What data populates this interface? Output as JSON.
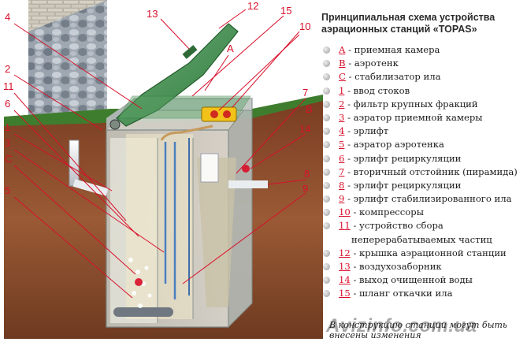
{
  "title": "Принципиальная схема устройства аэрационных станций «TOPAS»",
  "legend": [
    {
      "key": "A",
      "text": "- приемная камера"
    },
    {
      "key": "B",
      "text": "- аэротенк"
    },
    {
      "key": "C",
      "text": "- стабилизатор ила"
    },
    {
      "key": "1",
      "text": "- ввод стоков"
    },
    {
      "key": "2",
      "text": "- фильтр крупных фракций"
    },
    {
      "key": "3",
      "text": "- аэратор приемной камеры"
    },
    {
      "key": "4",
      "text": "- эрлифт"
    },
    {
      "key": "5",
      "text": "- аэратор аэротенка"
    },
    {
      "key": "6",
      "text": "- эрлифт рециркуляции"
    },
    {
      "key": "7",
      "text": "- вторичный отстойник (пирамида)"
    },
    {
      "key": "8",
      "text": "- эрлифт рециркуляции"
    },
    {
      "key": "9",
      "text": "- эрлифт стабилизированного ила"
    },
    {
      "key": "10",
      "text": "- компрессоры"
    },
    {
      "key": "11",
      "text": "- устройство сбора",
      "cont": "неперерабатываемых частиц"
    },
    {
      "key": "12",
      "text": "- крышка аэрационной станции"
    },
    {
      "key": "13",
      "text": "- воздухозаборник"
    },
    {
      "key": "14",
      "text": "- выход очищенной воды"
    },
    {
      "key": "15",
      "text": "- шланг откачки ила"
    }
  ],
  "callouts": {
    "c13": "13",
    "c12": "12",
    "c15": "15",
    "c4": "4",
    "cA": "A",
    "c10": "10",
    "c2": "2",
    "c11": "11",
    "c6": "6",
    "c7": "7",
    "cB": "B",
    "c1": "1",
    "c3": "3",
    "c14": "14",
    "cC": "C",
    "c8": "8",
    "c9": "9",
    "c5": "5"
  },
  "footer_note": "В конструкцию станции могут быть внесены изменения",
  "watermark": "Avizinfo.com.ua",
  "colors": {
    "accent": "#d8102a",
    "lid": "#3f8f48",
    "soil": "#8a4a2a",
    "grass": "#3f7d2e"
  }
}
